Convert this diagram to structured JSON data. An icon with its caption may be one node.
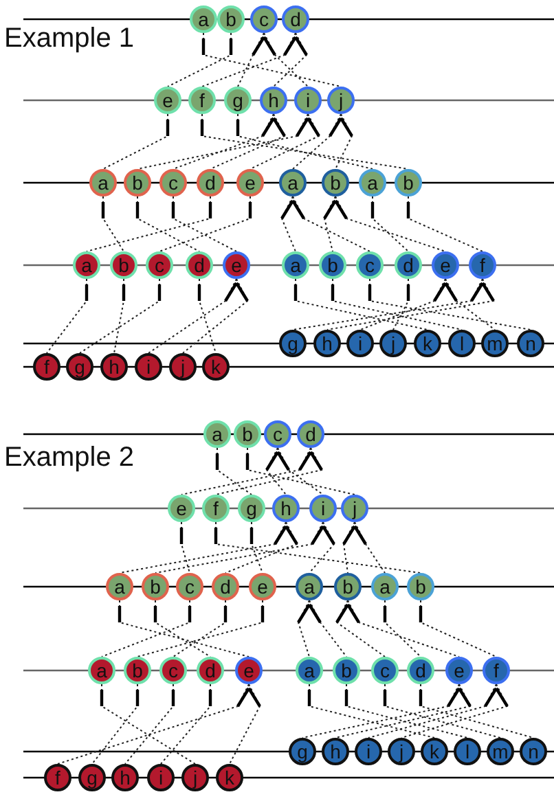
{
  "diagram": {
    "nodes": [
      {
        "text": [
          "a"
        ]
      },
      {
        "text": [
          "b"
        ]
      },
      {
        "text": [
          "c"
        ]
      },
      {
        "text": [
          "d"
        ]
      },
      {
        "text": [
          "e"
        ]
      },
      {
        "text": [
          "f"
        ]
      },
      {
        "text": [
          "g"
        ]
      },
      {
        "text": [
          "h"
        ]
      },
      {
        "text": [
          "i"
        ]
      },
      {
        "text": [
          "j"
        ]
      },
      {
        "text": [
          "a"
        ]
      },
      {
        "text": [
          "b"
        ]
      },
      {
        "text": [
          "c"
        ]
      },
      {
        "text": [
          "d"
        ]
      },
      {
        "text": [
          "e"
        ]
      },
      {
        "text": [
          "a"
        ]
      },
      {
        "text": [
          "b"
        ]
      },
      {
        "text": [
          "a"
        ]
      },
      {
        "text": [
          "b"
        ]
      },
      {
        "text": [
          "a"
        ]
      },
      {
        "text": [
          "b"
        ]
      },
      {
        "text": [
          "c"
        ]
      },
      {
        "text": [
          "d"
        ]
      },
      {
        "text": [
          "e"
        ]
      },
      {
        "text": [
          "a"
        ]
      },
      {
        "text": [
          "b"
        ]
      },
      {
        "text": [
          "c"
        ]
      },
      {
        "text": [
          "d"
        ]
      },
      {
        "text": [
          "e"
        ]
      },
      {
        "text": [
          "f"
        ]
      },
      {
        "text": [
          "g"
        ]
      },
      {
        "text": [
          "h"
        ]
      },
      {
        "text": [
          "i"
        ]
      },
      {
        "text": [
          "j"
        ]
      },
      {
        "text": [
          "k"
        ]
      },
      {
        "text": [
          "l"
        ]
      },
      {
        "text": [
          "m"
        ]
      },
      {
        "text": [
          "n"
        ]
      },
      {
        "text": [
          "f"
        ]
      },
      {
        "text": [
          "g"
        ]
      },
      {
        "text": [
          "h"
        ]
      },
      {
        "text": [
          "i"
        ]
      },
      {
        "text": [
          "j"
        ]
      },
      {
        "text": [
          "k"
        ]
      },
      {
        "text": [
          "a"
        ]
      },
      {
        "text": [
          "b"
        ]
      },
      {
        "text": [
          "c"
        ]
      },
      {
        "text": [
          "d"
        ]
      },
      {
        "text": [
          "e"
        ]
      },
      {
        "text": [
          "f"
        ]
      },
      {
        "text": [
          "g"
        ]
      },
      {
        "text": [
          "h"
        ]
      },
      {
        "text": [
          "i"
        ]
      },
      {
        "text": [
          "j"
        ]
      },
      {
        "text": [
          "a"
        ]
      },
      {
        "text": [
          "b"
        ]
      },
      {
        "text": [
          "c"
        ]
      },
      {
        "text": [
          "d"
        ]
      },
      {
        "text": [
          "e"
        ]
      },
      {
        "text": [
          "a"
        ]
      },
      {
        "text": [
          "b"
        ]
      },
      {
        "text": [
          "a"
        ]
      },
      {
        "text": [
          "b"
        ]
      },
      {
        "text": [
          "a"
        ]
      },
      {
        "text": [
          "b"
        ]
      },
      {
        "text": [
          "c"
        ]
      },
      {
        "text": [
          "d"
        ]
      },
      {
        "text": [
          "e"
        ]
      },
      {
        "text": [
          "a"
        ]
      },
      {
        "text": [
          "b"
        ]
      },
      {
        "text": [
          "c"
        ]
      },
      {
        "text": [
          "d"
        ]
      },
      {
        "text": [
          "e"
        ]
      },
      {
        "text": [
          "f"
        ]
      },
      {
        "text": [
          "g"
        ]
      },
      {
        "text": [
          "h"
        ]
      },
      {
        "text": [
          "i"
        ]
      },
      {
        "text": [
          "j"
        ]
      },
      {
        "text": [
          "k"
        ]
      },
      {
        "text": [
          "l"
        ]
      },
      {
        "text": [
          "m"
        ]
      },
      {
        "text": [
          "n"
        ]
      },
      {
        "text": [
          "f"
        ]
      },
      {
        "text": [
          "g"
        ]
      },
      {
        "text": [
          "h"
        ]
      },
      {
        "text": [
          "i"
        ]
      },
      {
        "text": [
          "j"
        ]
      },
      {
        "text": [
          "k"
        ]
      }
    ],
    "edges": [
      {
        "from": 0,
        "to": 9,
        "arrow": "none",
        "style": "dashed"
      },
      {
        "from": 1,
        "to": 4,
        "arrow": "none",
        "style": "dashed"
      },
      {
        "from": 2,
        "to": 6,
        "arrow": "none",
        "style": "dashed"
      },
      {
        "from": 2,
        "to": 8,
        "arrow": "none",
        "style": "dashed"
      },
      {
        "from": 3,
        "to": 5,
        "arrow": "none",
        "style": "dashed"
      },
      {
        "from": 3,
        "to": 7,
        "arrow": "none",
        "style": "dashed"
      },
      {
        "from": 4,
        "to": 10,
        "arrow": "none",
        "style": "dashed"
      },
      {
        "from": 5,
        "to": 18,
        "arrow": "none",
        "style": "dashed"
      },
      {
        "from": 6,
        "to": 17,
        "arrow": "none",
        "style": "dashed"
      },
      {
        "from": 7,
        "to": 12,
        "arrow": "none",
        "style": "dashed"
      },
      {
        "from": 7,
        "to": 13,
        "arrow": "none",
        "style": "dashed"
      },
      {
        "from": 8,
        "to": 11,
        "arrow": "none",
        "style": "dashed"
      },
      {
        "from": 8,
        "to": 14,
        "arrow": "none",
        "style": "dashed"
      },
      {
        "from": 9,
        "to": 15,
        "arrow": "none",
        "style": "dashed"
      },
      {
        "from": 9,
        "to": 16,
        "arrow": "none",
        "style": "dashed"
      },
      {
        "from": 10,
        "to": 20,
        "arrow": "none",
        "style": "dashed"
      },
      {
        "from": 11,
        "to": 22,
        "arrow": "none",
        "style": "dashed"
      },
      {
        "from": 12,
        "to": 23,
        "arrow": "none",
        "style": "dashed"
      },
      {
        "from": 13,
        "to": 19,
        "arrow": "none",
        "style": "dashed"
      },
      {
        "from": 14,
        "to": 21,
        "arrow": "none",
        "style": "dashed"
      },
      {
        "from": 15,
        "to": 24,
        "arrow": "none",
        "style": "dashed"
      },
      {
        "from": 15,
        "to": 26,
        "arrow": "none",
        "style": "dashed"
      },
      {
        "from": 16,
        "to": 25,
        "arrow": "none",
        "style": "dashed"
      },
      {
        "from": 16,
        "to": 28,
        "arrow": "none",
        "style": "dashed"
      },
      {
        "from": 17,
        "to": 27,
        "arrow": "none",
        "style": "dashed"
      },
      {
        "from": 18,
        "to": 29,
        "arrow": "none",
        "style": "dashed"
      },
      {
        "from": 19,
        "to": 38,
        "arrow": "none",
        "style": "dashed"
      },
      {
        "from": 20,
        "to": 40,
        "arrow": "none",
        "style": "dashed"
      },
      {
        "from": 21,
        "to": 39,
        "arrow": "none",
        "style": "dashed"
      },
      {
        "from": 22,
        "to": 43,
        "arrow": "none",
        "style": "dashed"
      },
      {
        "from": 23,
        "to": 41,
        "arrow": "none",
        "style": "dashed"
      },
      {
        "from": 23,
        "to": 42,
        "arrow": "none",
        "style": "dashed"
      },
      {
        "from": 24,
        "to": 34,
        "arrow": "none",
        "style": "dashed"
      },
      {
        "from": 25,
        "to": 35,
        "arrow": "none",
        "style": "dashed"
      },
      {
        "from": 26,
        "to": 37,
        "arrow": "none",
        "style": "dashed"
      },
      {
        "from": 27,
        "to": 33,
        "arrow": "none",
        "style": "dashed"
      },
      {
        "from": 28,
        "to": 32,
        "arrow": "none",
        "style": "dashed"
      },
      {
        "from": 28,
        "to": 36,
        "arrow": "none",
        "style": "dashed"
      },
      {
        "from": 29,
        "to": 30,
        "arrow": "none",
        "style": "dashed"
      },
      {
        "from": 29,
        "to": 31,
        "arrow": "none",
        "style": "dashed"
      },
      {
        "from": 44,
        "to": 50,
        "arrow": "none",
        "style": "dashed"
      },
      {
        "from": 45,
        "to": 53,
        "arrow": "none",
        "style": "dashed"
      },
      {
        "from": 46,
        "to": 51,
        "arrow": "none",
        "style": "dashed"
      },
      {
        "from": 46,
        "to": 52,
        "arrow": "none",
        "style": "dashed"
      },
      {
        "from": 47,
        "to": 48,
        "arrow": "none",
        "style": "dashed"
      },
      {
        "from": 47,
        "to": 49,
        "arrow": "none",
        "style": "dashed"
      },
      {
        "from": 48,
        "to": 56,
        "arrow": "none",
        "style": "dashed"
      },
      {
        "from": 49,
        "to": 62,
        "arrow": "none",
        "style": "dashed"
      },
      {
        "from": 50,
        "to": 58,
        "arrow": "none",
        "style": "dashed"
      },
      {
        "from": 51,
        "to": 54,
        "arrow": "none",
        "style": "dashed"
      },
      {
        "from": 51,
        "to": 57,
        "arrow": "none",
        "style": "dashed"
      },
      {
        "from": 52,
        "to": 55,
        "arrow": "none",
        "style": "dashed"
      },
      {
        "from": 52,
        "to": 59,
        "arrow": "none",
        "style": "dashed"
      },
      {
        "from": 53,
        "to": 60,
        "arrow": "none",
        "style": "dashed"
      },
      {
        "from": 53,
        "to": 61,
        "arrow": "none",
        "style": "dashed"
      },
      {
        "from": 54,
        "to": 67,
        "arrow": "none",
        "style": "dashed"
      },
      {
        "from": 55,
        "to": 66,
        "arrow": "none",
        "style": "dashed"
      },
      {
        "from": 56,
        "to": 63,
        "arrow": "none",
        "style": "dashed"
      },
      {
        "from": 57,
        "to": 65,
        "arrow": "none",
        "style": "dashed"
      },
      {
        "from": 58,
        "to": 64,
        "arrow": "none",
        "style": "dashed"
      },
      {
        "from": 59,
        "to": 68,
        "arrow": "none",
        "style": "dashed"
      },
      {
        "from": 59,
        "to": 69,
        "arrow": "none",
        "style": "dashed"
      },
      {
        "from": 60,
        "to": 70,
        "arrow": "none",
        "style": "dashed"
      },
      {
        "from": 60,
        "to": 72,
        "arrow": "none",
        "style": "dashed"
      },
      {
        "from": 61,
        "to": 71,
        "arrow": "none",
        "style": "dashed"
      },
      {
        "from": 62,
        "to": 73,
        "arrow": "none",
        "style": "dashed"
      },
      {
        "from": 63,
        "to": 86,
        "arrow": "none",
        "style": "dashed"
      },
      {
        "from": 64,
        "to": 83,
        "arrow": "none",
        "style": "dashed"
      },
      {
        "from": 65,
        "to": 84,
        "arrow": "none",
        "style": "dashed"
      },
      {
        "from": 66,
        "to": 85,
        "arrow": "none",
        "style": "dashed"
      },
      {
        "from": 67,
        "to": 82,
        "arrow": "none",
        "style": "dashed"
      },
      {
        "from": 67,
        "to": 87,
        "arrow": "none",
        "style": "dashed"
      },
      {
        "from": 68,
        "to": 78,
        "arrow": "none",
        "style": "dashed"
      },
      {
        "from": 69,
        "to": 79,
        "arrow": "none",
        "style": "dashed"
      },
      {
        "from": 70,
        "to": 80,
        "arrow": "none",
        "style": "dashed"
      },
      {
        "from": 71,
        "to": 81,
        "arrow": "none",
        "style": "dashed"
      },
      {
        "from": 72,
        "to": 74,
        "arrow": "none",
        "style": "dashed"
      },
      {
        "from": 72,
        "to": 75,
        "arrow": "none",
        "style": "dashed"
      },
      {
        "from": 73,
        "to": 76,
        "arrow": "none",
        "style": "dashed"
      },
      {
        "from": 73,
        "to": 77,
        "arrow": "none",
        "style": "dashed"
      }
    ],
    "labels": [
      "Example 1",
      "Example 2"
    ]
  }
}
